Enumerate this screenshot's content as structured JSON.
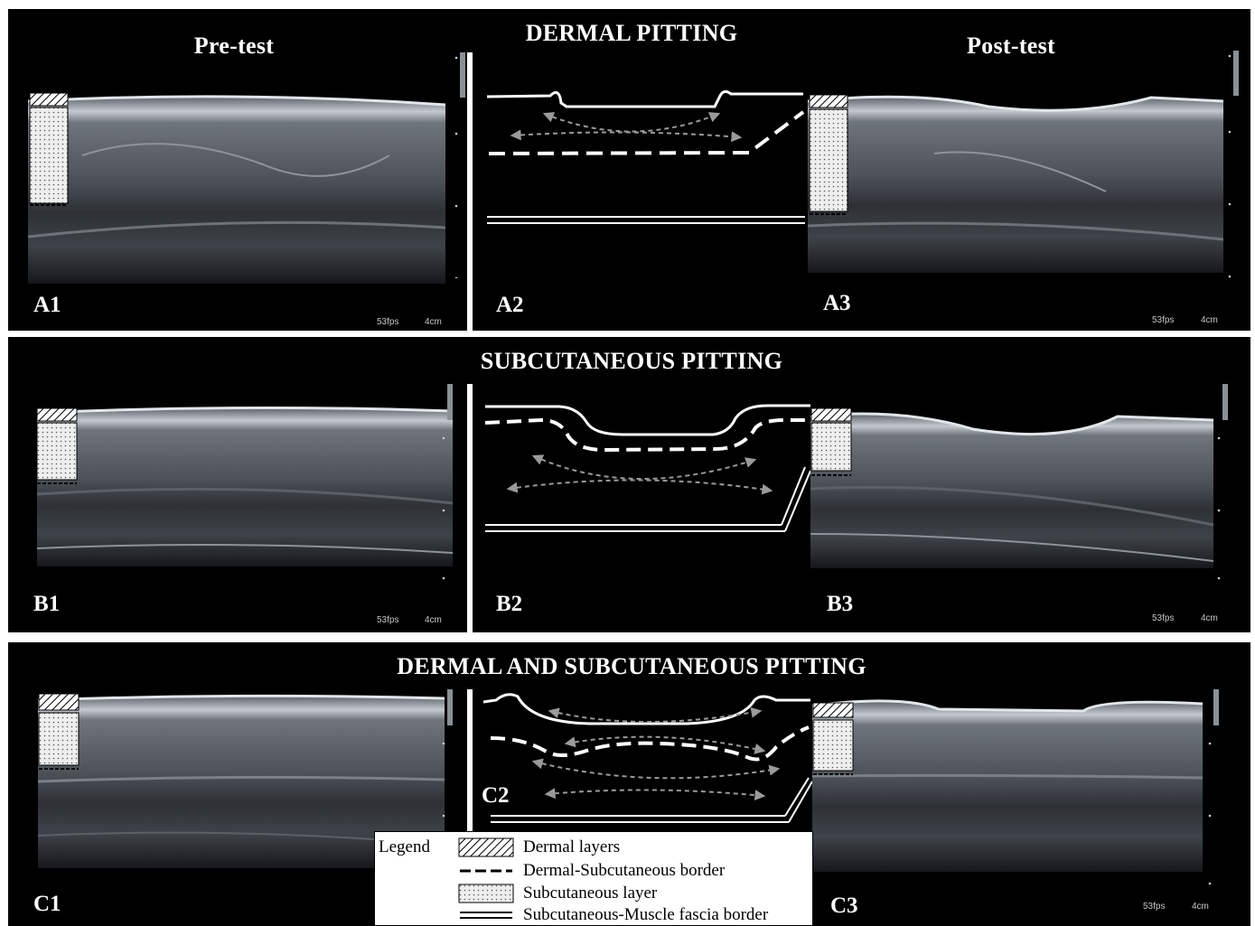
{
  "titles": {
    "dermal": "DERMAL PITTING",
    "subcutaneous": "SUBCUTANEOUS PITTING",
    "combined": "DERMAL AND SUBCUTANEOUS PITTING"
  },
  "headers": {
    "pre": "Pre-test",
    "post": "Post-test"
  },
  "panel_labels": {
    "a1": "A1",
    "a2": "A2",
    "a3": "A3",
    "b1": "B1",
    "b2": "B2",
    "b3": "B3",
    "c1": "C1",
    "c2": "C2",
    "c3": "C3"
  },
  "readouts": {
    "fps": "53fps",
    "depth": "4cm"
  },
  "legend": {
    "title": "Legend",
    "items": [
      {
        "label": "Dermal layers",
        "symbol": "hatched-box"
      },
      {
        "label": "Dermal-Subcutaneous border",
        "symbol": "dashed-line"
      },
      {
        "label": "Subcutaneous layer",
        "symbol": "dotted-box"
      },
      {
        "label": "Subcutaneous-Muscle fascia border",
        "symbol": "double-line"
      }
    ]
  },
  "colors": {
    "background": "#000000",
    "lines": "#ffffff",
    "arrows": "#9a9a9a"
  }
}
